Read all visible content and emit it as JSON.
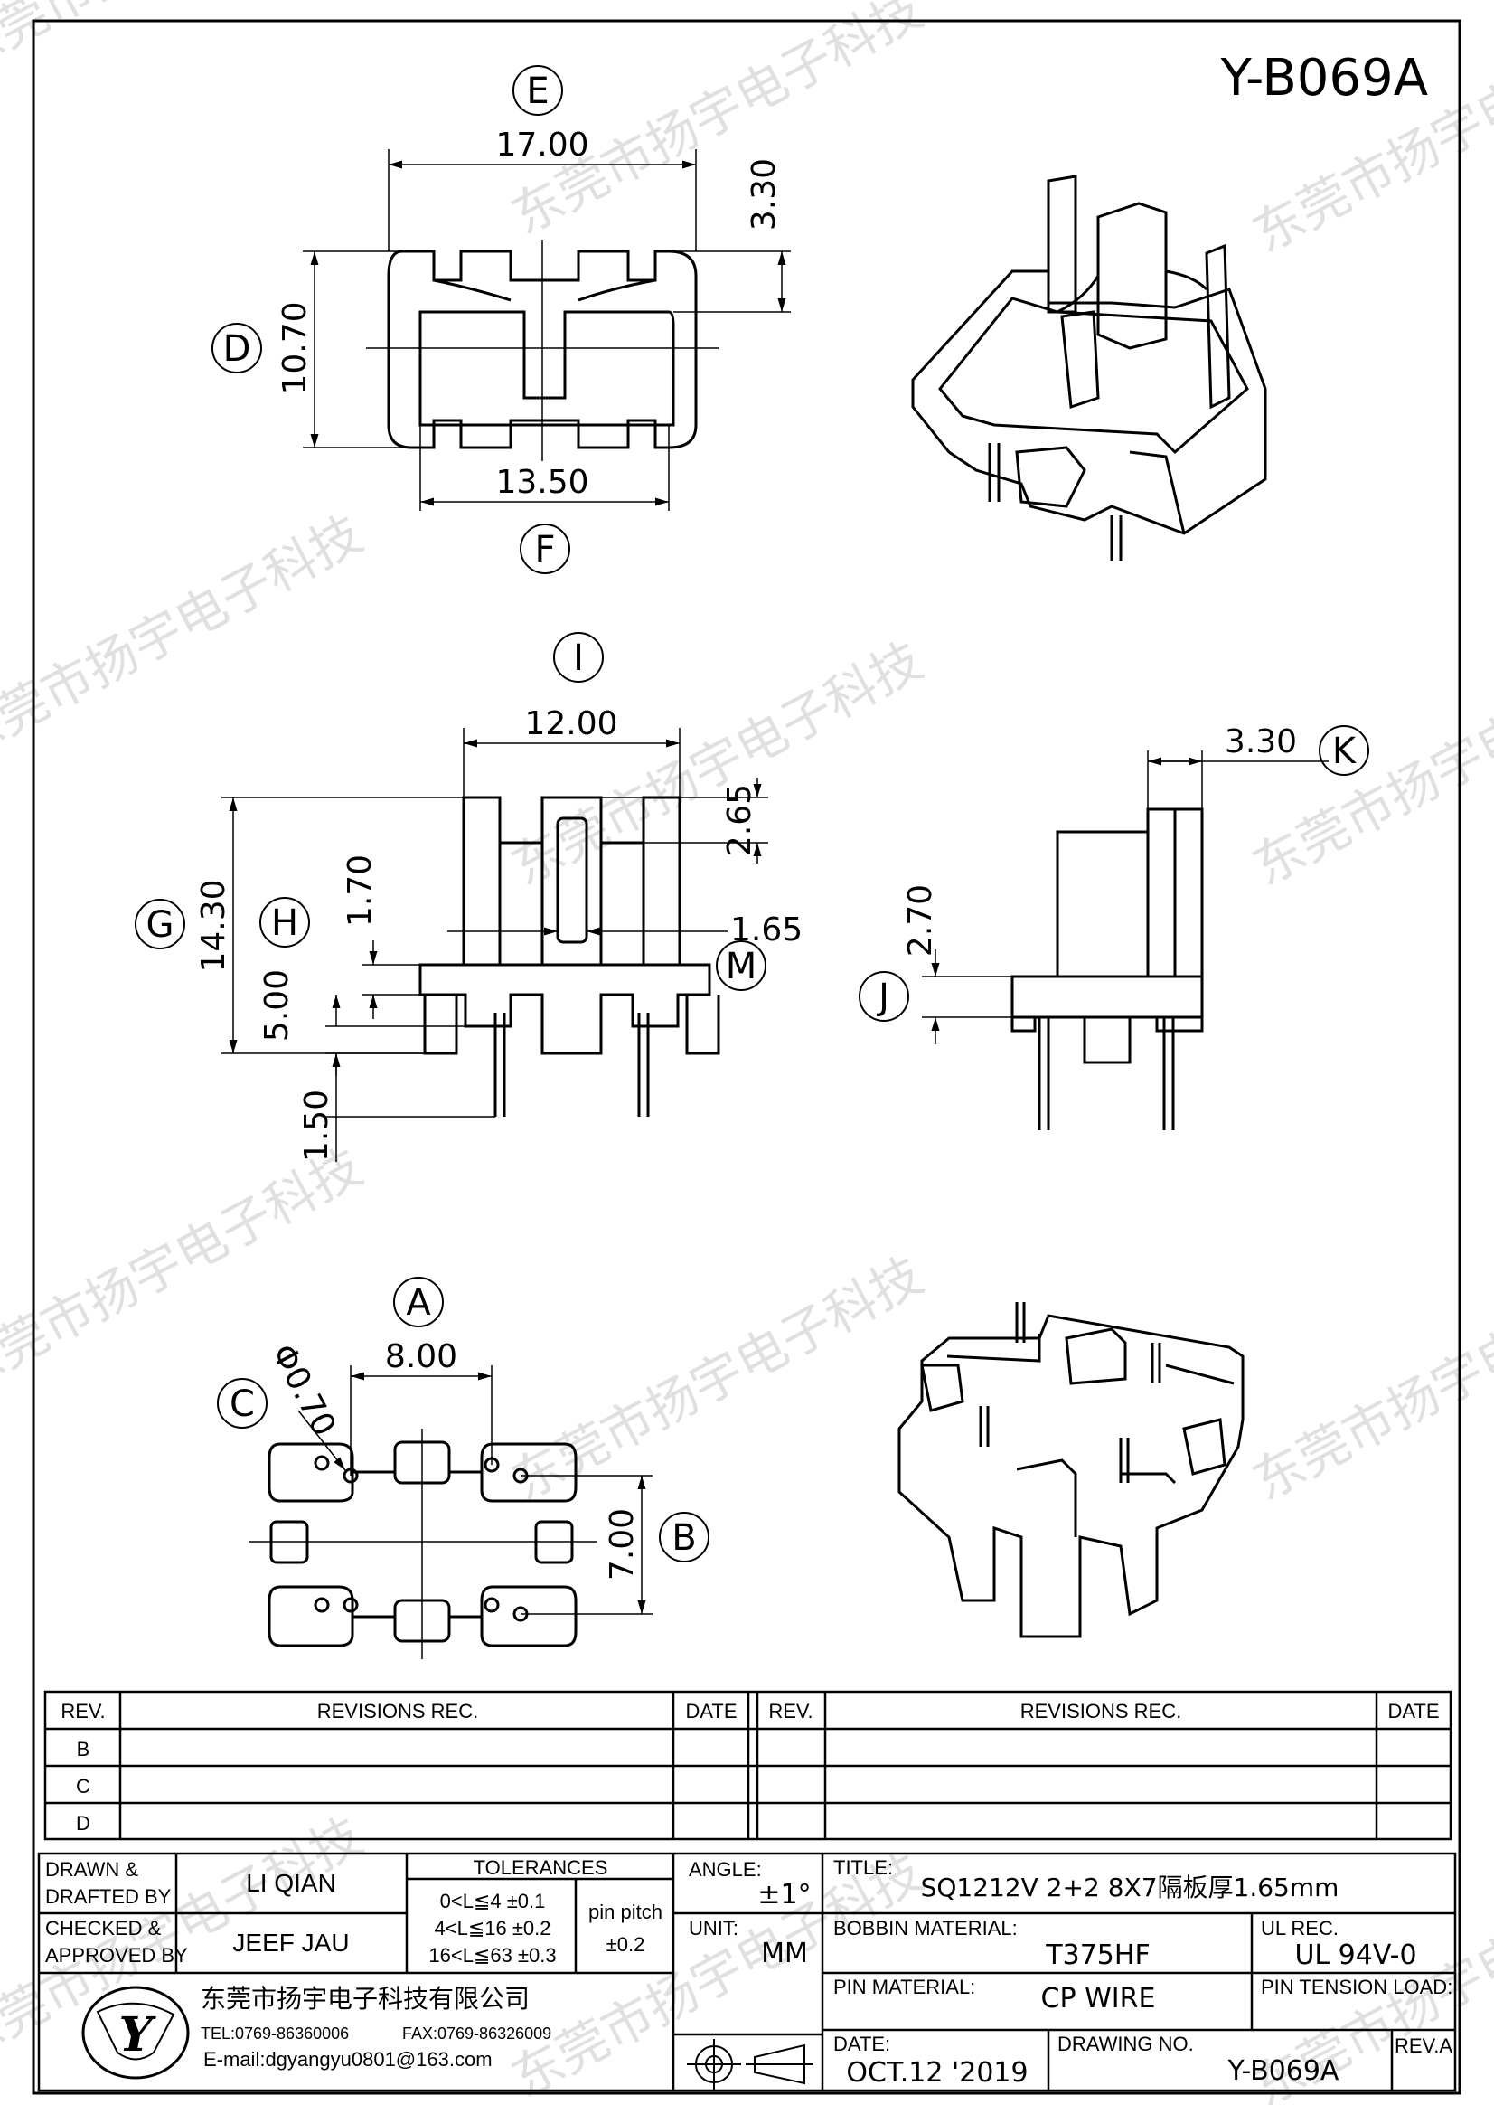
{
  "drawing_id": "Y-B069A",
  "watermark": "东莞市扬宇电子科技",
  "view_labels": [
    "E",
    "F",
    "D",
    "I",
    "K",
    "G",
    "H",
    "M",
    "J",
    "A",
    "C",
    "B"
  ],
  "dims": {
    "top_width": "17.00",
    "top_depth": "3.30",
    "top_height": "10.70",
    "top_bottom": "13.50",
    "front_width": "12.00",
    "front_total": "14.30",
    "front_slot": "2.65",
    "front_170": "1.70",
    "front_165": "1.65",
    "front_500": "5.00",
    "front_150": "1.50",
    "side_330": "3.30",
    "side_270": "2.70",
    "bottom_pitch": "8.00",
    "bottom_height": "7.00",
    "bottom_hole": "Φ0.70"
  },
  "revisions": {
    "headers": [
      "REV.",
      "REVISIONS    REC.",
      "DATE",
      "REV.",
      "REVISIONS    REC.",
      "DATE"
    ],
    "rows": [
      "B",
      "C",
      "D"
    ]
  },
  "title_block": {
    "drawn_label_1": "DRAWN  &",
    "drawn_label_2": "DRAFTED  BY",
    "drawn_name": "LI QIAN",
    "checked_label_1": "CHECKED  &",
    "checked_label_2": "APPROVED  BY",
    "checked_name": "JEEF JAU",
    "tolerances_label": "TOLERANCES",
    "tol_1": "0<L≦4    ±0.1",
    "tol_2": "4<L≦16  ±0.2",
    "tol_3": "16<L≦63  ±0.3",
    "pin_pitch_label": "pin  pitch",
    "pin_pitch_value": "±0.2",
    "angle_label": "ANGLE:",
    "angle_value": "±1°",
    "unit_label": "UNIT:",
    "unit_value": "MM",
    "title_label": "TITLE:",
    "title_value": "SQ1212V  2+2  8X7隔板厚1.65mm",
    "bobbin_label": "BOBBIN  MATERIAL:",
    "bobbin_value": "T375HF",
    "ul_label": "UL  REC.",
    "ul_value": "UL  94V-0",
    "pin_material_label": "PIN  MATERIAL:",
    "pin_material_value": "CP  WIRE",
    "pin_tension_label": "PIN  TENSION  LOAD:",
    "company": "东莞市扬宇电子科技有限公司",
    "tel": "TEL:0769-86360006",
    "fax": "FAX:0769-86326009",
    "email": "E-mail:dgyangyu0801@163.com",
    "logo_letter": "Y",
    "date_label": "DATE:",
    "date_value": "OCT.12  '2019",
    "drawing_no_label": "DRAWING  NO.",
    "drawing_no_value": "Y-B069A",
    "rev_label": "REV.A"
  }
}
